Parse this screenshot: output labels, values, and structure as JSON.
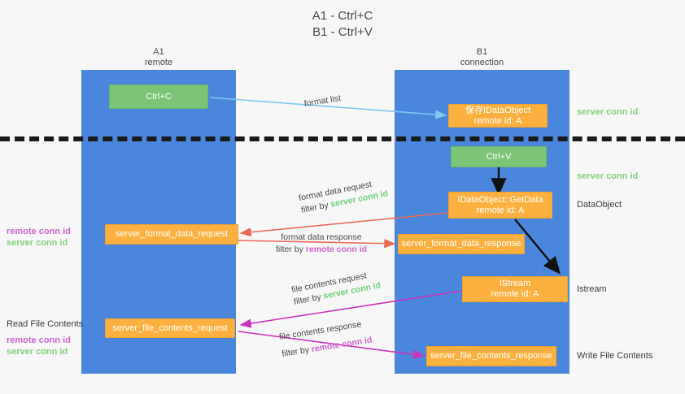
{
  "title": {
    "line1": "A1 - Ctrl+C",
    "line2": "B1 - Ctrl+V"
  },
  "lanes": [
    {
      "name": "A1",
      "subtitle": "remote"
    },
    {
      "name": "B1",
      "subtitle": "connection"
    }
  ],
  "nodes": {
    "ctrl_c": {
      "label": "Ctrl+C"
    },
    "ctrl_v": {
      "label": "Ctrl+V"
    },
    "save_dataobject": {
      "line1": "保存IDataObject",
      "line2": "remote id: A"
    },
    "getdata": {
      "line1": "IDataObject::GetData",
      "line2": "remote id: A"
    },
    "istream": {
      "line1": "IStream",
      "line2": "remote id: A"
    },
    "server_format_data_request": {
      "label": "server_format_data_request"
    },
    "server_format_data_response": {
      "label": "server_format_data_response"
    },
    "server_file_contents_request": {
      "label": "server_file_contents_request"
    },
    "server_file_contents_response": {
      "label": "server_file_contents_response"
    }
  },
  "edges": {
    "format_list": {
      "label": "format list"
    },
    "format_data_request": {
      "line1": "format data request",
      "filter_prefix": "filter by ",
      "filter_key": "server conn id"
    },
    "format_data_response": {
      "line1": "format data response",
      "filter_prefix": "filter by ",
      "filter_key": "remote conn id"
    },
    "file_contents_request": {
      "line1": "file contents request",
      "filter_prefix": "filter by ",
      "filter_key": "server conn id"
    },
    "file_contents_response": {
      "line1": "file contents response",
      "filter_prefix": "filter by ",
      "filter_key": "remote conn id"
    }
  },
  "right_labels": {
    "server_conn_id_top": "server conn id",
    "server_conn_id_mid": "server conn id",
    "dataobject": "DataObject",
    "istream": "Istream",
    "write_file_contents": "Write File Contents"
  },
  "left_labels": {
    "conn_pair_1": {
      "remote": "remote conn id",
      "server": "server conn id"
    },
    "read_file_contents": "Read File Contents",
    "conn_pair_2": {
      "remote": "remote conn id",
      "server": "server conn id"
    }
  },
  "colors": {
    "lane": "#4a86dc",
    "green_node": "#7cc576",
    "orange_node": "#fcb040",
    "server_conn_id": "#86cf7f",
    "remote_conn_id": "#cc66cc",
    "arrow_blue": "#7ec8f0",
    "arrow_red": "#ea6a5a",
    "arrow_magenta": "#cc33bb",
    "arrow_black": "#111111",
    "background": "#f7f7f7"
  }
}
